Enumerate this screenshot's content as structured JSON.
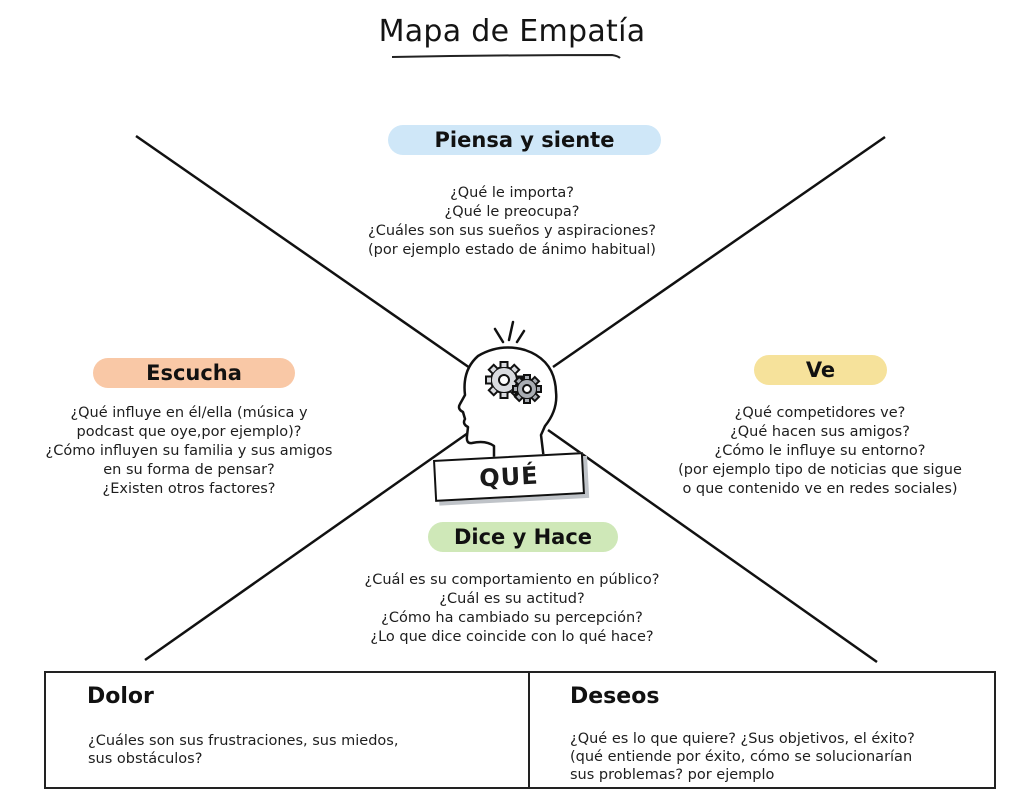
{
  "title": "Mapa de Empatía",
  "center": {
    "icon": "head-with-gears-icon",
    "label": "QUÉ"
  },
  "sections": {
    "piensa": {
      "label": "Piensa y siente",
      "color": "#cfe7f8",
      "lines": [
        "¿Qué le importa?",
        "¿Qué le preocupa?",
        "¿Cuáles son sus sueños y aspiraciones?",
        "(por ejemplo estado de ánimo habitual)"
      ]
    },
    "escucha": {
      "label": "Escucha",
      "color": "#f9c8a6",
      "lines": [
        "¿Qué influye en él/ella (música y",
        "podcast que oye,por ejemplo)?",
        "¿Cómo influyen su familia y sus amigos",
        "en su forma de pensar?",
        "¿Existen otros factores?"
      ]
    },
    "ve": {
      "label": "Ve",
      "color": "#f6e29b",
      "lines": [
        "¿Qué competidores ve?",
        "¿Qué hacen sus amigos?",
        "¿Cómo le influye su entorno?",
        "(por ejemplo tipo de noticias que sigue",
        "o que contenido ve en redes sociales)"
      ]
    },
    "dice": {
      "label": "Dice y Hace",
      "color": "#cfe8b8",
      "lines": [
        "¿Cuál es su comportamiento en público?",
        "¿Cuál es su actitud?",
        "¿Cómo ha cambiado su percepción?",
        "¿Lo que dice coincide con lo qué hace?"
      ]
    }
  },
  "bottom": {
    "dolor": {
      "title": "Dolor",
      "lines": [
        "¿Cuáles son sus frustraciones, sus miedos,",
        "sus obstáculos?"
      ]
    },
    "deseos": {
      "title": "Deseos",
      "lines": [
        "¿Qué es lo que quiere? ¿Sus objetivos, el éxito?",
        "(qué entiende por éxito, cómo se solucionarían",
        "sus problemas? por ejemplo"
      ]
    }
  }
}
